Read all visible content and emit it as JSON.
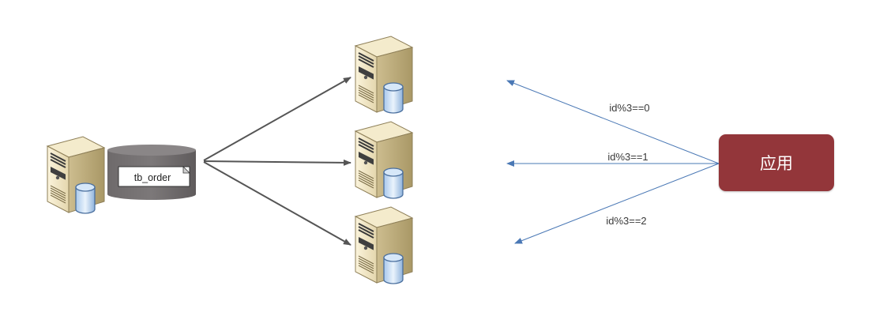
{
  "source_table": {
    "name": "tb_order"
  },
  "application": {
    "label": "应用"
  },
  "routes": [
    {
      "label": "id%3==0"
    },
    {
      "label": "id%3==1"
    },
    {
      "label": "id%3==2"
    }
  ],
  "icons": {
    "server": "server-with-database-icon",
    "table": "database-cylinder-icon"
  },
  "colors": {
    "app_box": "#93363a",
    "route_arrow": "#4a78b5",
    "split_arrow": "#555555",
    "table_body": "#6e6a6b"
  }
}
